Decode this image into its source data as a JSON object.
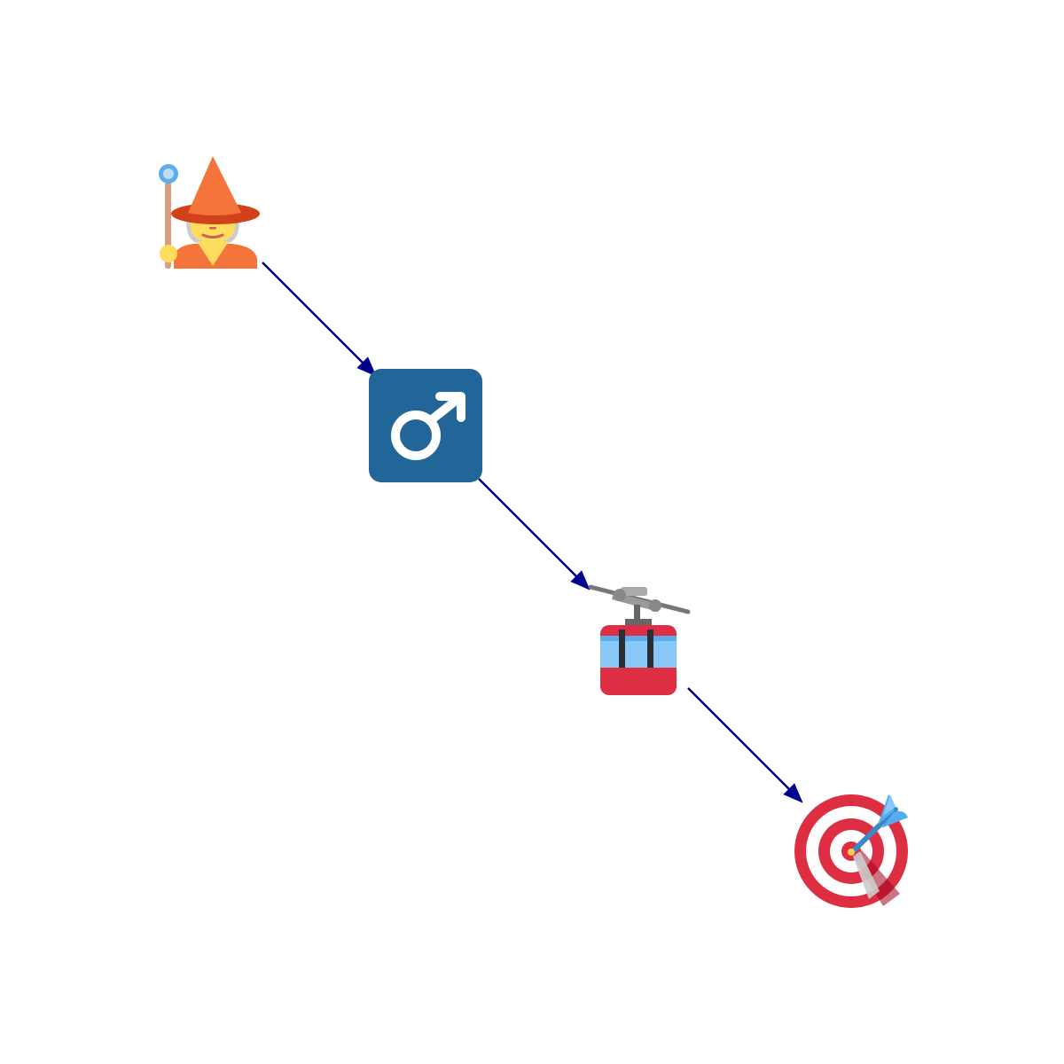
{
  "diagram": {
    "type": "flow",
    "nodes": [
      {
        "id": "mage",
        "icon": "mage-icon"
      },
      {
        "id": "male-sign",
        "icon": "male-sign-icon"
      },
      {
        "id": "cable-car",
        "icon": "aerial-tramway-icon"
      },
      {
        "id": "target",
        "icon": "direct-hit-target-icon"
      }
    ],
    "edges": [
      {
        "from": "mage",
        "to": "male-sign"
      },
      {
        "from": "male-sign",
        "to": "cable-car"
      },
      {
        "from": "cable-car",
        "to": "target"
      }
    ],
    "colors": {
      "edge": "#00008b",
      "robe": "#f4743b",
      "hat_brim": "#d1421a",
      "skin": "#ffdc5d",
      "hair": "#cccccc",
      "staff": "#d99e82",
      "orb": "#5dadec",
      "male_tile": "#226699",
      "cabin_red": "#dd2e44",
      "cabin_glass": "#88c9f9",
      "cable_grey": "#777777",
      "target_red": "#dd2e44",
      "dart_blue": "#55acee"
    }
  }
}
